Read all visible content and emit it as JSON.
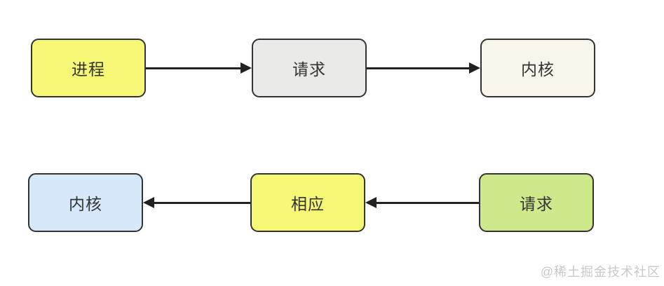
{
  "diagram": {
    "background": "#ffffff",
    "stroke_color": "#333333",
    "text_color": "#333333",
    "arrow_color": "#222222",
    "rows": [
      {
        "name": "request-flow",
        "arrow_direction": "right",
        "nodes": [
          {
            "label": "进程",
            "fill": "#f6f775"
          },
          {
            "label": "请求",
            "fill": "#eaeae8"
          },
          {
            "label": "内核",
            "fill": "#f8f6ea"
          }
        ]
      },
      {
        "name": "response-flow",
        "arrow_direction": "left",
        "nodes": [
          {
            "label": "内核",
            "fill": "#d6e9fb"
          },
          {
            "label": "相应",
            "fill": "#f6f775"
          },
          {
            "label": "请求",
            "fill": "#cde98c"
          }
        ]
      }
    ],
    "watermark": {
      "text": "@稀土掘金技术社区",
      "color": "#c8c8c8"
    }
  }
}
